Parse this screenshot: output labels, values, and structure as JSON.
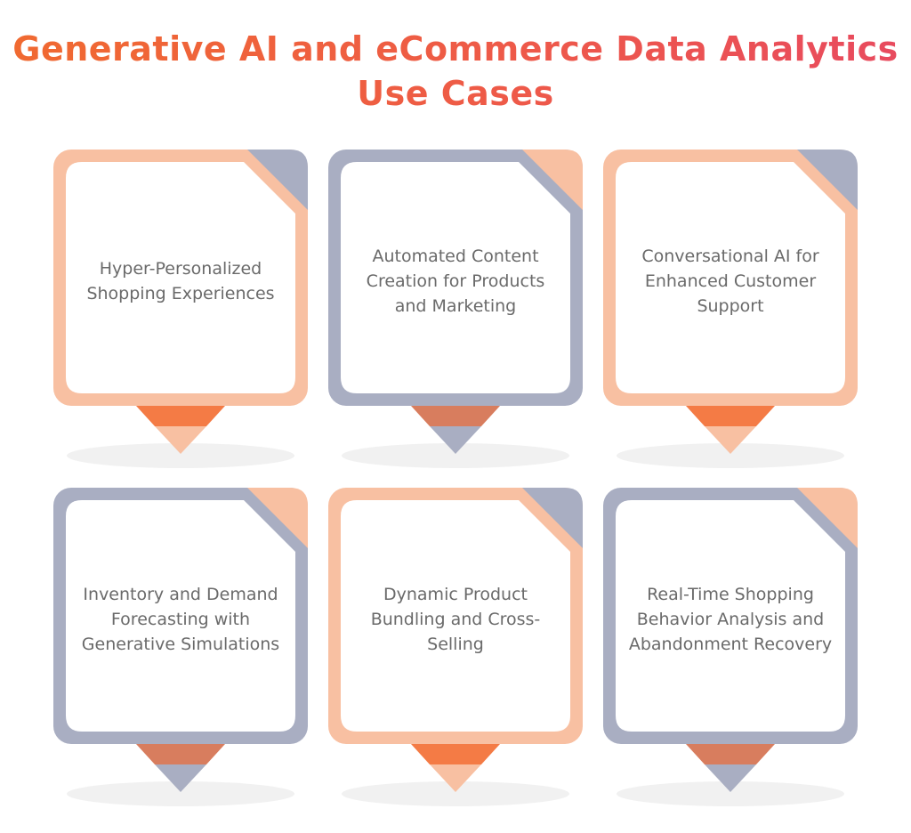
{
  "title": "Generative AI and eCommerce Data Analytics Use Cases",
  "colors": {
    "peach": "#f8c0a2",
    "slate": "#a9aec2",
    "orange": "#f47b45",
    "clay": "#d87d5e",
    "shadow": "#f1f1f1",
    "text": "#6a6a6a"
  },
  "cards": [
    {
      "label": "Hyper-Personalized Shopping Experiences",
      "frame": "peach",
      "corner": "slate",
      "tip_top": "orange",
      "tip_bottom": "peach"
    },
    {
      "label": "Automated Content Creation for Products and Marketing",
      "frame": "slate",
      "corner": "peach",
      "tip_top": "clay",
      "tip_bottom": "slate"
    },
    {
      "label": "Conversational AI for Enhanced Customer Support",
      "frame": "peach",
      "corner": "slate",
      "tip_top": "orange",
      "tip_bottom": "peach"
    },
    {
      "label": "Inventory and Demand Forecasting with Generative Simulations",
      "frame": "slate",
      "corner": "peach",
      "tip_top": "clay",
      "tip_bottom": "slate"
    },
    {
      "label": "Dynamic Product Bundling and Cross-Selling",
      "frame": "peach",
      "corner": "slate",
      "tip_top": "orange",
      "tip_bottom": "peach"
    },
    {
      "label": "Real-Time Shopping Behavior Analysis and Abandonment Recovery",
      "frame": "slate",
      "corner": "peach",
      "tip_top": "clay",
      "tip_bottom": "slate"
    }
  ]
}
